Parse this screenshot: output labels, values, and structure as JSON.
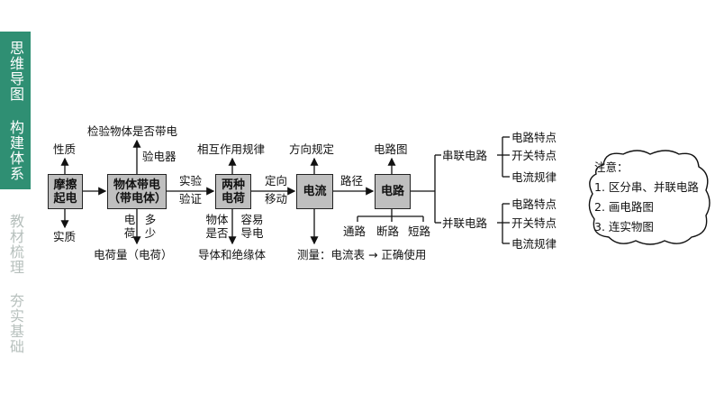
{
  "sidebar": {
    "active_tab": "思维导图 构建体系",
    "inactive_tab": "教材梳理 夯实基础"
  },
  "diagram": {
    "boxes": {
      "friction": "摩擦\n起电",
      "charged": "物体带电\n（带电体）",
      "two_kinds": "两种\n电荷",
      "current": "电流",
      "circuit": "电路"
    },
    "labels": {
      "property": "性质",
      "essence": "实质",
      "check_charged": "检验物体是否带电",
      "electroscope": "验电器",
      "experiment": "实验",
      "verify": "验证",
      "charge_amount_v1": "电荷",
      "charge_amount_v2": "多少",
      "charge_quantity": "电荷量（电荷）",
      "interaction_law": "相互作用规律",
      "body_whether_v1": "物体是否",
      "easy_conduct": "容易导电",
      "conductor_insulator": "导体和绝缘体",
      "directional": "定向",
      "movement": "移动",
      "direction_rule": "方向规定",
      "measure": "测量：电流表 → 正确使用",
      "path": "路径",
      "circuit_diagram": "电路图",
      "short_open_closed": [
        "通路",
        "断路",
        "短路"
      ],
      "series": "串联电路",
      "parallel": "并联电路",
      "series_items": [
        "电路特点",
        "开关特点",
        "电流规律"
      ],
      "parallel_items": [
        "电路特点",
        "开关特点",
        "电流规律"
      ]
    },
    "note": {
      "title": "注意：",
      "items": [
        "1. 区分串、并联电路",
        "2. 画电路图",
        "3. 连实物图"
      ]
    }
  },
  "colors": {
    "sidebar_active_bg": "#2f8f73",
    "box_fill": "#bfbfbf"
  }
}
